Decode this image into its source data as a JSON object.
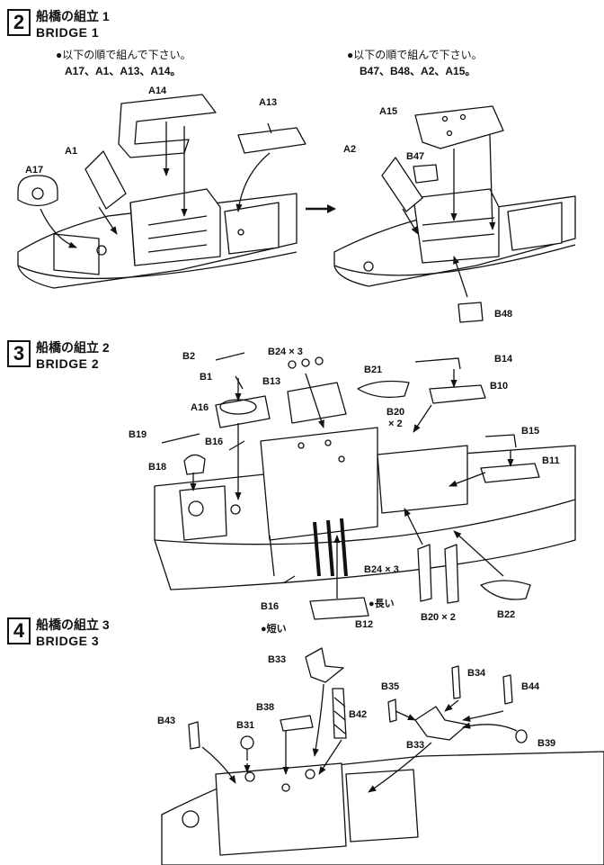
{
  "steps": [
    {
      "number": "2",
      "title_jp": "船橋の組立 1",
      "title_en": "BRIDGE 1",
      "left_note": "●以下の順で組んで下さい。",
      "left_sequence": "A17、A1、A13、A14。",
      "right_note": "●以下の順で組んで下さい。",
      "right_sequence": "B47、B48、A2、A15。",
      "parts": [
        "A14",
        "A13",
        "A1",
        "A17",
        "A15",
        "A2",
        "B47",
        "B48"
      ]
    },
    {
      "number": "3",
      "title_jp": "船橋の組立 2",
      "title_en": "BRIDGE 2",
      "parts": [
        "B2",
        "B1",
        "A16",
        "B24 × 3",
        "B13",
        "B21",
        "B14",
        "B10",
        "B20",
        "× 2",
        "B15",
        "B19",
        "B16",
        "B18",
        "B11",
        "B24 × 3",
        "B16",
        "B12",
        "B20 × 2",
        "B22"
      ],
      "notes": [
        "●長い",
        "●短い"
      ]
    },
    {
      "number": "4",
      "title_jp": "船橋の組立 3",
      "title_en": "BRIDGE 3",
      "parts": [
        "B33",
        "B35",
        "B34",
        "B44",
        "B38",
        "B42",
        "B43",
        "B31",
        "B33",
        "B39"
      ]
    }
  ]
}
